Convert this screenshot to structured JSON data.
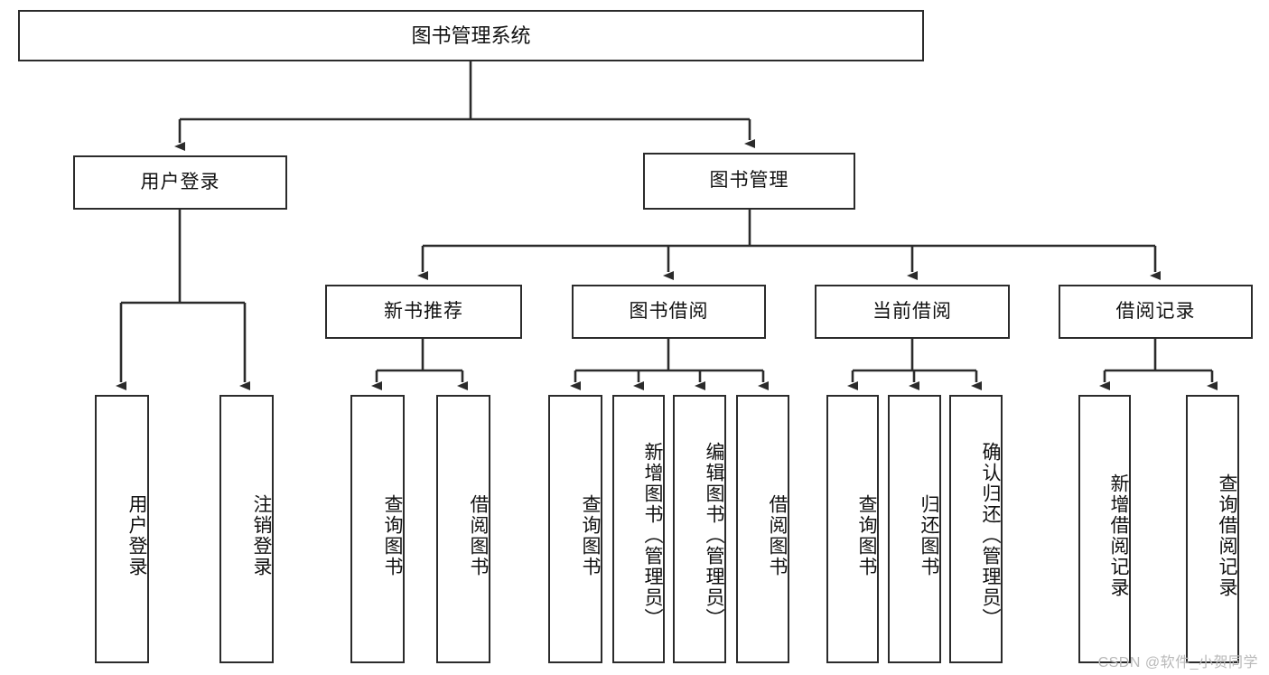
{
  "diagram": {
    "type": "tree",
    "title": "图书管理系统",
    "orientation": "top-down",
    "colors": {
      "box_border": "#2b2b2b",
      "box_fill": "#ffffff",
      "connector": "#2b2b2b",
      "background": "#ffffff",
      "watermark": "#b9b9b9"
    },
    "root": {
      "label": "图书管理系统"
    },
    "level1": [
      {
        "label": "用户登录"
      },
      {
        "label": "图书管理"
      }
    ],
    "level2": [
      {
        "label": "新书推荐",
        "parent": "图书管理"
      },
      {
        "label": "图书借阅",
        "parent": "图书管理"
      },
      {
        "label": "当前借阅",
        "parent": "图书管理"
      },
      {
        "label": "借阅记录",
        "parent": "图书管理"
      }
    ],
    "leaves": {
      "user_login": [
        {
          "label": "用户登录"
        },
        {
          "label": "注销登录"
        }
      ],
      "new_book_recommend": [
        {
          "label": "查询图书"
        },
        {
          "label": "借阅图书"
        }
      ],
      "book_borrow": [
        {
          "label": "查询图书"
        },
        {
          "label": "新增图书（管理员）"
        },
        {
          "label": "编辑图书（管理员）"
        },
        {
          "label": "借阅图书"
        }
      ],
      "current_borrow": [
        {
          "label": "查询图书"
        },
        {
          "label": "归还图书"
        },
        {
          "label": "确认归还（管理员）"
        }
      ],
      "borrow_record": [
        {
          "label": "新增借阅记录"
        },
        {
          "label": "查询借阅记录"
        }
      ]
    }
  },
  "watermark": {
    "text": "CSDN @软件_小贺同学"
  }
}
